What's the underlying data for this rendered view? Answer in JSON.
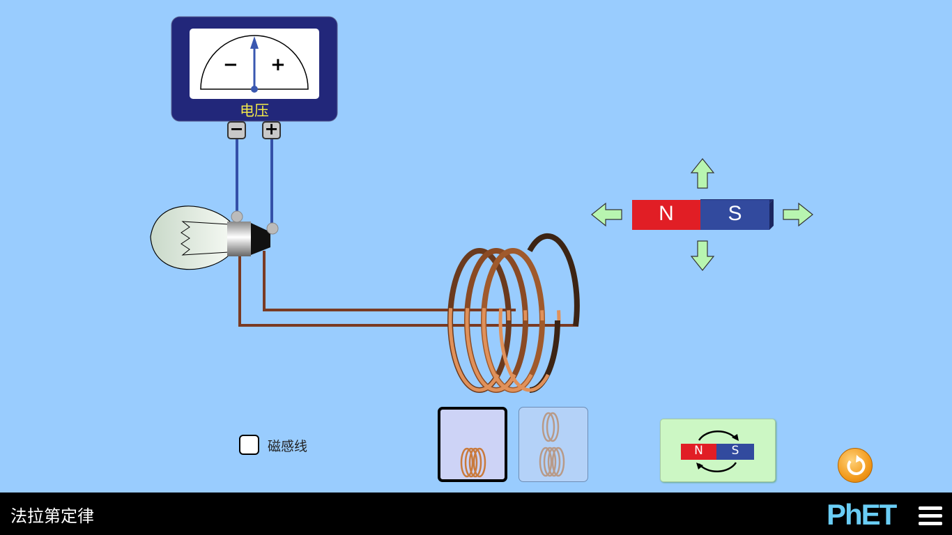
{
  "voltmeter": {
    "label": "电压",
    "minus": "−",
    "plus": "+",
    "terminal_minus": "−",
    "terminal_plus": "+",
    "needle_value": 0
  },
  "magnet": {
    "north": "N",
    "south": "S"
  },
  "field_lines_checkbox": {
    "label": "磁感线",
    "checked": false
  },
  "coil_selector": {
    "options": [
      "one-coil",
      "two-coils"
    ],
    "selected": "one-coil"
  },
  "flip_magnet_button": {
    "north": "N",
    "south": "S"
  },
  "navbar": {
    "title": "法拉第定律",
    "logo": "PhET"
  },
  "colors": {
    "background": "#99ccfe",
    "meter_body": "#22277a",
    "north": "#e11e25",
    "south": "#324a9e",
    "copper": "#c97a3c"
  }
}
